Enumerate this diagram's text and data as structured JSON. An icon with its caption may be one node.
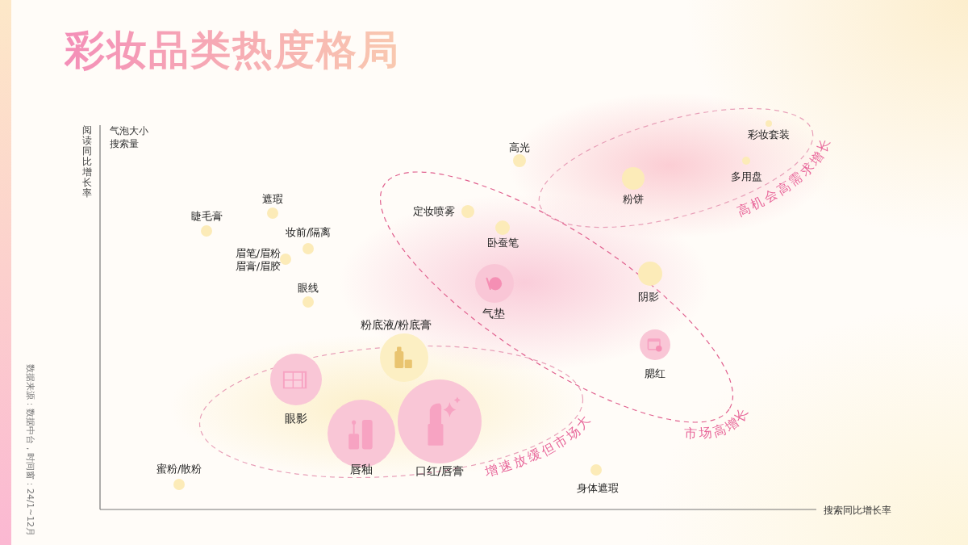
{
  "diagram": {
    "title": "彩妆品类热度格局",
    "nodes": [
      {
        "text": [
          "高光"
        ]
      },
      {
        "text": [
          "彩妆套装"
        ]
      },
      {
        "text": [
          "粉饼"
        ]
      },
      {
        "text": [
          "多用盘"
        ]
      },
      {
        "text": [
          "遮瑕"
        ]
      },
      {
        "text": [
          "睫毛膏"
        ]
      },
      {
        "text": [
          "定妆喷雾"
        ]
      },
      {
        "text": [
          "卧蚕笔"
        ]
      },
      {
        "text": [
          "妆前/隔离"
        ]
      },
      {
        "text": [
          "眉笔/眉粉眉膏/眉胶"
        ]
      },
      {
        "text": [
          "阴影"
        ]
      },
      {
        "text": [
          "气垫"
        ]
      },
      {
        "text": [
          "眼线"
        ]
      },
      {
        "text": [
          "粉底液/粉底膏"
        ]
      },
      {
        "text": [
          "腮红"
        ]
      },
      {
        "text": [
          "眼影"
        ]
      },
      {
        "text": [
          "唇釉"
        ]
      },
      {
        "text": [
          "口红/唇膏"
        ]
      },
      {
        "text": [
          "蜜粉/散粉"
        ]
      },
      {
        "text": [
          "身体遮瑕"
        ]
      }
    ],
    "labels": [
      "阅读同比增长率",
      "气泡大小搜索量",
      "高机会高需求增长",
      "市场高增长",
      "增速放缓但市场大",
      "搜索同比增长率",
      "数据来源：数据中台，时间窗：24/1~12月"
    ]
  }
}
